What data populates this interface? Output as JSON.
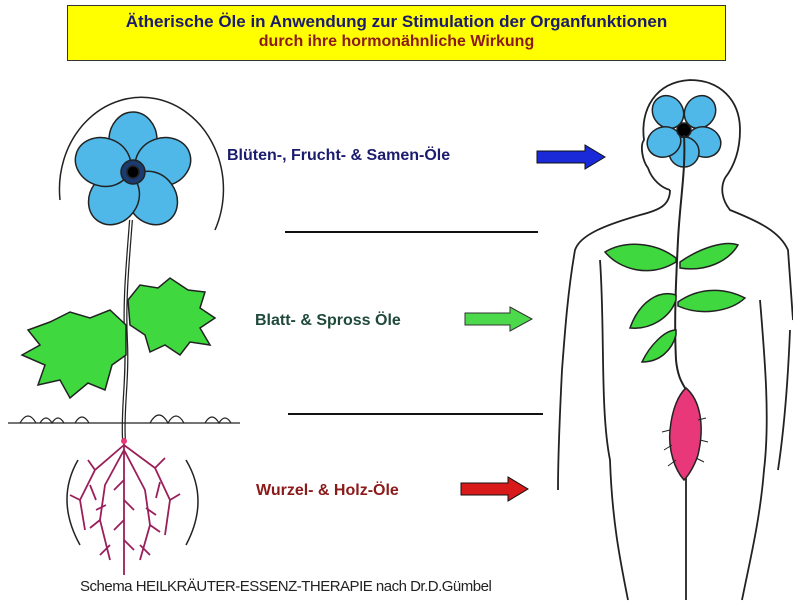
{
  "title": {
    "line1": "Ätherische Öle in Anwendung zur Stimulation der Organfunktionen",
    "line2": "durch ihre hormonähnliche Wirkung"
  },
  "labels": {
    "flower": "Blüten-, Frucht- & Samen-Öle",
    "leaf": "Blatt- & Spross Öle",
    "root": "Wurzel- & Holz-Öle"
  },
  "caption": "Schema HEILKRÄUTER-ESSENZ-THERAPIE nach Dr.D.Gümbel",
  "colors": {
    "title_bg": "#ffff00",
    "flower_arrow": "#1a2ad8",
    "leaf_arrow": "#4cd94c",
    "root_arrow": "#d81a1a",
    "petal": "#4fb8e8",
    "leaf": "#3fd93f",
    "root": "#9a1f5a",
    "organ": "#e8387a"
  }
}
